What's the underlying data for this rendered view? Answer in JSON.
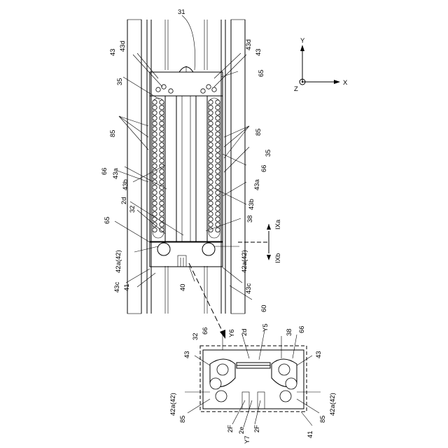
{
  "axes": {
    "y": "Y",
    "x": "X",
    "z": "Z"
  },
  "labels": {
    "l31": "31",
    "l43d_l": "43d",
    "l43_l": "43",
    "l43d_r": "43d",
    "l43_r": "43",
    "l65_tr": "65",
    "l35_l": "35",
    "l85_l": "85",
    "l85_r": "85",
    "l35_r": "35",
    "l66_l": "66",
    "l43a_l": "43a",
    "l43b_l": "43b",
    "l66_r": "66",
    "l43a_r": "43a",
    "l2d": "2d",
    "l32": "32",
    "l65_bl": "65",
    "l43b_r": "43b",
    "l38": "38",
    "l42a_l": "42a(42)",
    "l42a_r": "42a(42)",
    "l43c_l": "43c",
    "l43c_r": "43c",
    "l41": "41",
    "l40": "40",
    "l60": "60",
    "lIXa": "IXa",
    "lIXb": "IXb",
    "d32": "32",
    "d66_l": "66",
    "dY6": "Y6",
    "d2d": "2d",
    "dY5": "Y5",
    "d38": "38",
    "d66_r": "66",
    "d43_l": "43",
    "d43_r": "43",
    "d42a_l": "42a(42)",
    "d42a_r": "42a(42)",
    "d85_l": "85",
    "d85_r": "85",
    "d2F_l": "2F",
    "d2e": "2e",
    "d2F_r": "2F",
    "dY7": "Y7",
    "d41": "41"
  }
}
